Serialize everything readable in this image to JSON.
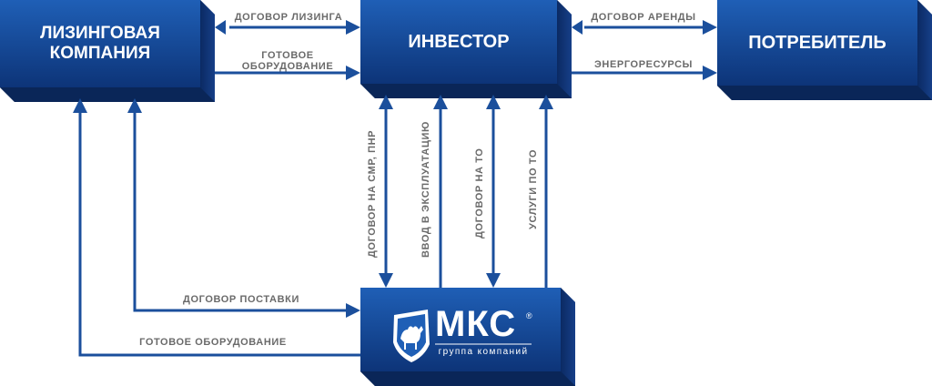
{
  "nodes": {
    "leasing": {
      "label": "ЛИЗИНГОВАЯ\nКОМПАНИЯ"
    },
    "investor": {
      "label": "ИНВЕСТОР"
    },
    "consumer": {
      "label": "ПОТРЕБИТЕЛЬ"
    },
    "mks": {
      "logo_text": "МКС",
      "logo_mark": "®",
      "subtitle": "группа компаний"
    }
  },
  "edges": {
    "leasing_contract": "ДОГОВОР ЛИЗИНГА",
    "ready_equipment_top": "ГОТОВОЕ\nОБОРУДОВАНИЕ",
    "lease_contract": "ДОГОВОР АРЕНДЫ",
    "energy": "ЭНЕРГОРЕСУРСЫ",
    "smr_contract": "ДОГОВОР  НА  СМР, ПНР",
    "commissioning": "ВВОД В ЭКСПЛУАТАЦИЮ",
    "to_contract": "ДОГОВОР  НА ТО",
    "to_services": "УСЛУГИ ПО ТО",
    "supply_contract": "ДОГОВОР ПОСТАВКИ",
    "ready_equipment_bottom": "ГОТОВОЕ ОБОРУДОВАНИЕ"
  },
  "colors": {
    "box_light": "#1f5fb6",
    "box_dark": "#0d3478",
    "side_dark": "#0b2a63",
    "arrow": "#1b4f9c",
    "label": "#6a6a6a"
  },
  "icons": {
    "logo": "camel-shield-icon"
  }
}
